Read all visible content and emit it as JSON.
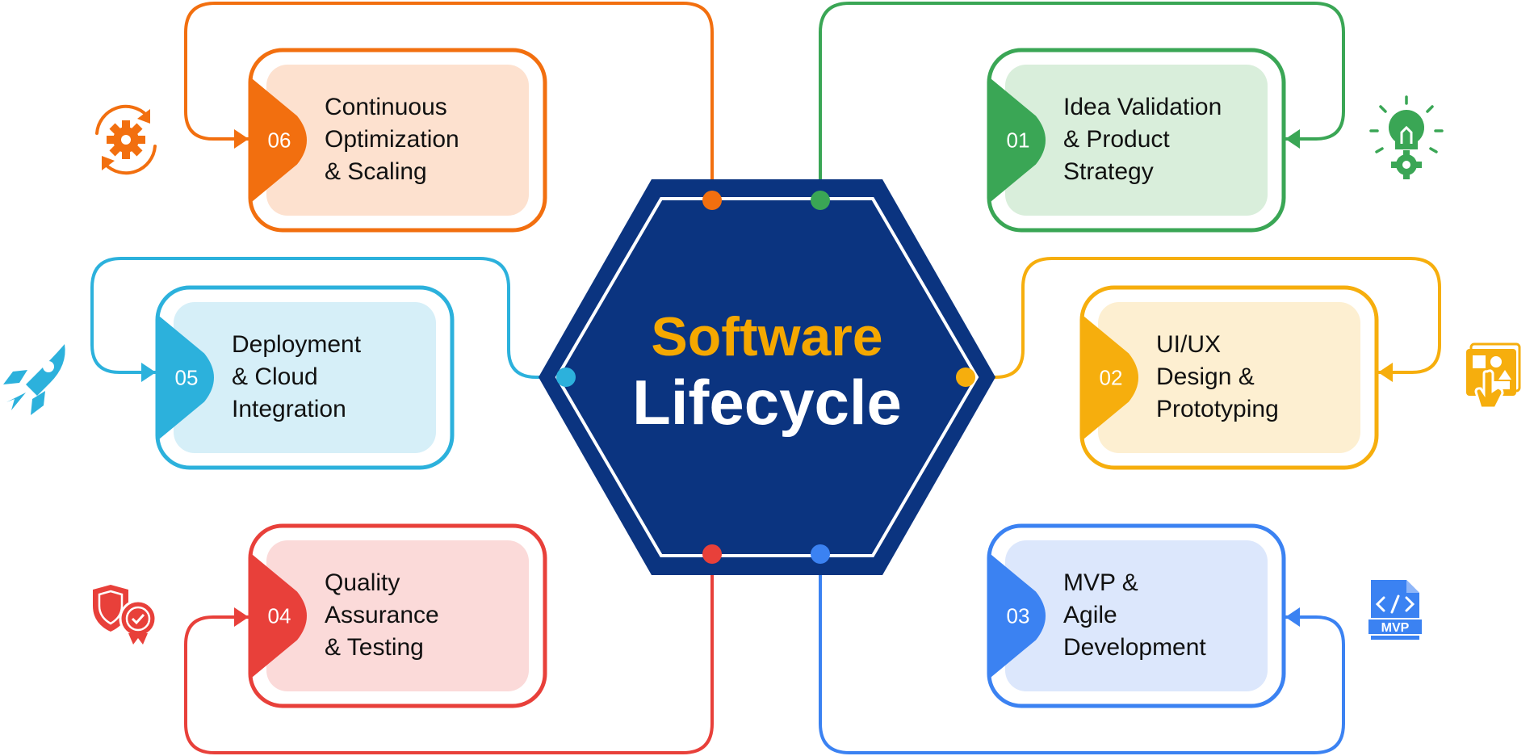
{
  "center": {
    "title_top": "Software",
    "title_bottom": "Lifecycle",
    "colors": {
      "hex_outer": "#0b3480",
      "hex_line": "#ffffff",
      "title_top": "#f5a800",
      "title_bottom": "#ffffff"
    }
  },
  "stages": [
    {
      "id": "01",
      "number": "01",
      "lines": [
        "Idea Validation",
        "& Product",
        "Strategy"
      ],
      "icon": "lightbulb-gear-icon",
      "color": "#3aa655",
      "fill": "#d9eedb"
    },
    {
      "id": "02",
      "number": "02",
      "lines": [
        "UI/UX",
        "Design &",
        "Prototyping"
      ],
      "icon": "ui-design-touch-icon",
      "color": "#f6ae0d",
      "fill": "#fdefd1"
    },
    {
      "id": "03",
      "number": "03",
      "lines": [
        "MVP &",
        "Agile",
        "Development"
      ],
      "icon": "mvp-code-file-icon",
      "color": "#3b82f2",
      "fill": "#dce7fc"
    },
    {
      "id": "04",
      "number": "04",
      "lines": [
        "Quality",
        "Assurance",
        "& Testing"
      ],
      "icon": "shield-badge-check-icon",
      "color": "#e8403a",
      "fill": "#fbdad9"
    },
    {
      "id": "05",
      "number": "05",
      "lines": [
        "Deployment",
        "& Cloud",
        "Integration"
      ],
      "icon": "rocket-icon",
      "color": "#2cb1dc",
      "fill": "#d6eff8"
    },
    {
      "id": "06",
      "number": "06",
      "lines": [
        "Continuous",
        "Optimization",
        "& Scaling"
      ],
      "icon": "gear-refresh-icon",
      "color": "#f26f0f",
      "fill": "#fde1cf"
    }
  ],
  "icon_labels": {
    "mvp_file": "MVP"
  }
}
